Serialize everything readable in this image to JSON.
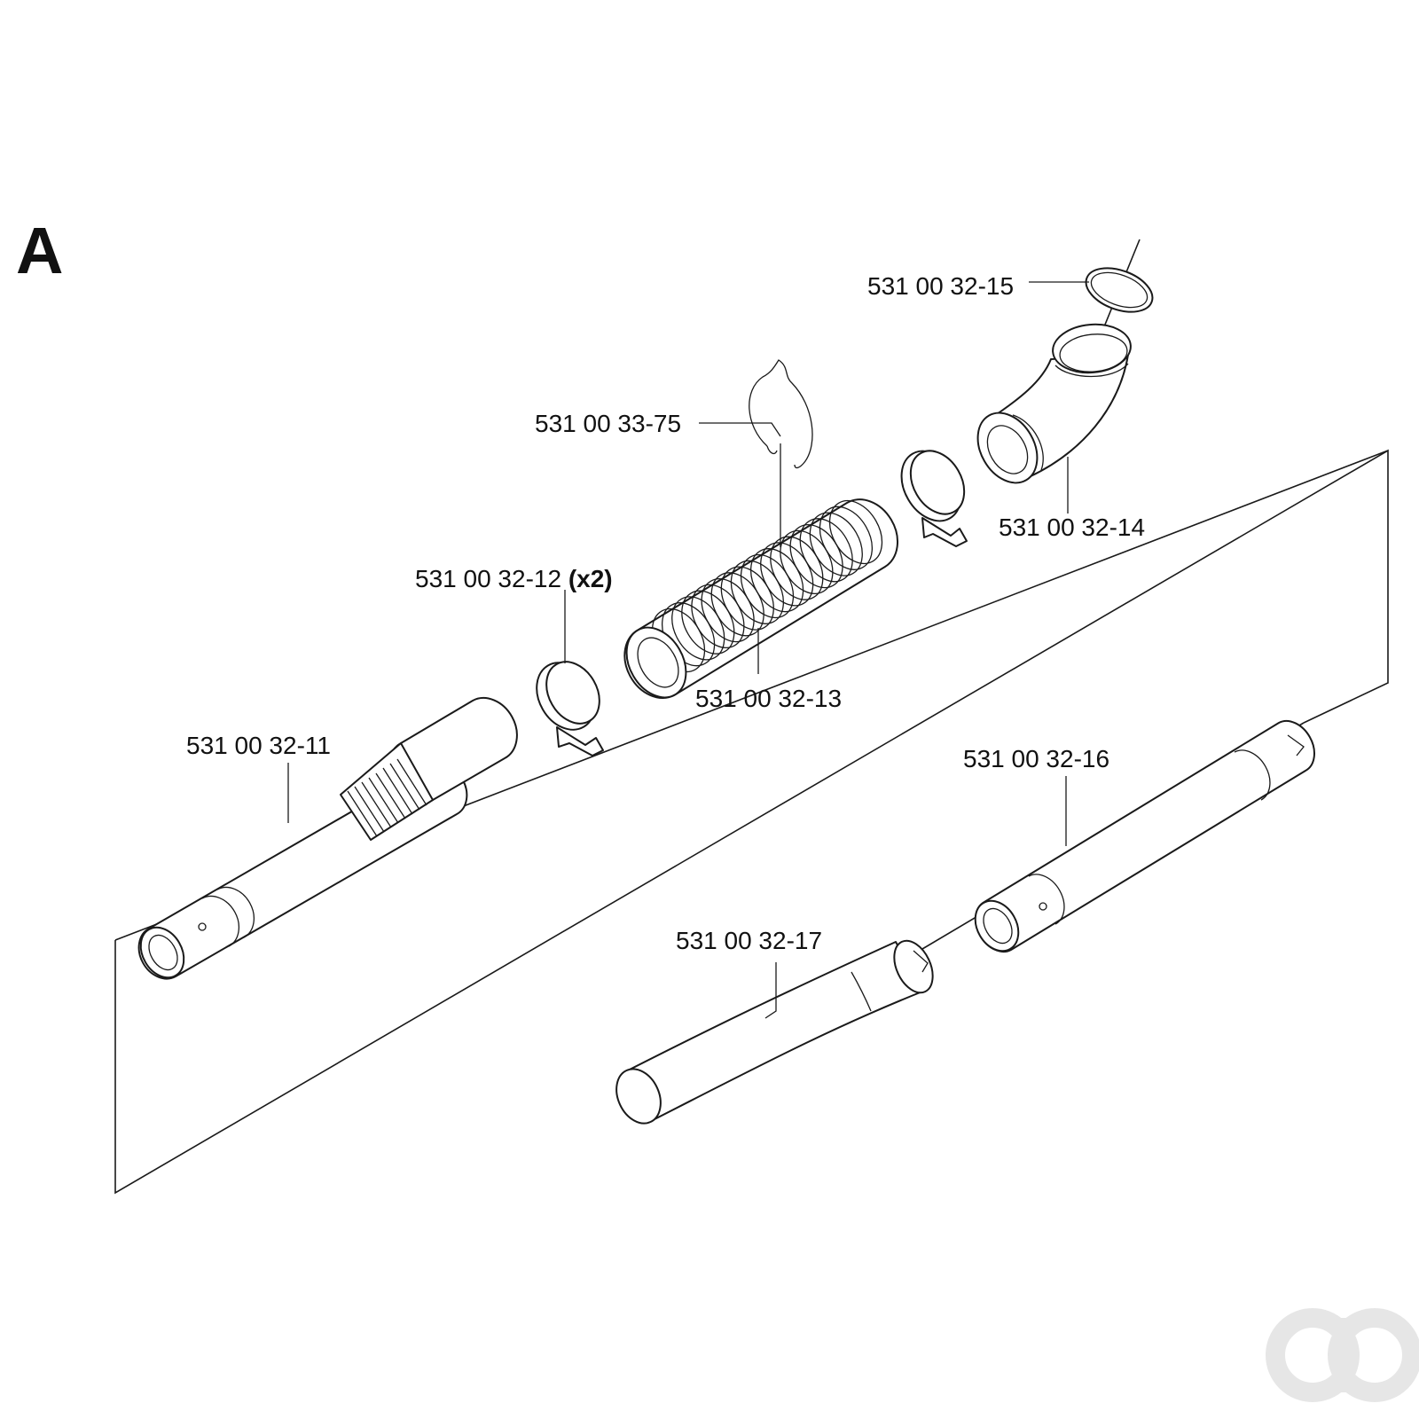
{
  "section_label": "A",
  "parts": [
    {
      "id": "p15",
      "number": "531 00 32-15",
      "qty": ""
    },
    {
      "id": "p75",
      "number": "531 00 33-75",
      "qty": ""
    },
    {
      "id": "p14",
      "number": "531 00 32-14",
      "qty": ""
    },
    {
      "id": "p12",
      "number": "531 00 32-12",
      "qty": "(x2)"
    },
    {
      "id": "p13",
      "number": "531 00 32-13",
      "qty": ""
    },
    {
      "id": "p11",
      "number": "531 00 32-11",
      "qty": ""
    },
    {
      "id": "p16",
      "number": "531 00 32-16",
      "qty": ""
    },
    {
      "id": "p17",
      "number": "531 00 32-17",
      "qty": ""
    }
  ],
  "icons": {
    "logo": "ao-logo-watermark"
  },
  "colors": {
    "line": "#1a1a1a",
    "background": "#ffffff",
    "logo": "#e6e6e6"
  }
}
